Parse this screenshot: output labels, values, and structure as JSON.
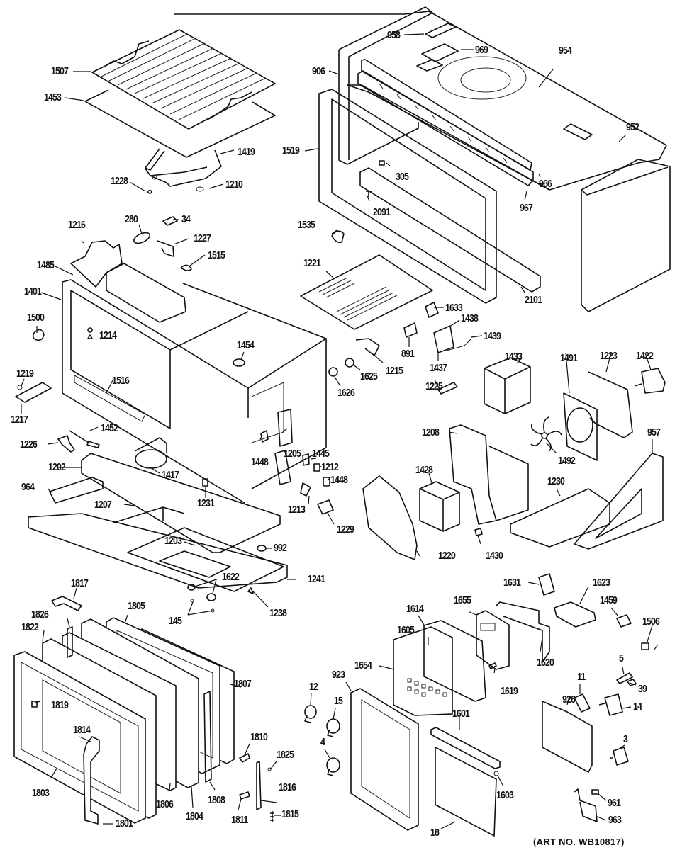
{
  "diagram": {
    "type": "exploded-parts-diagram",
    "subject": "Microwave / oven wall unit assembly",
    "art_number": "(ART NO. WB10817)",
    "labels": [
      {
        "id": "1507",
        "text": "1507"
      },
      {
        "id": "1453",
        "text": "1453"
      },
      {
        "id": "1419",
        "text": "1419"
      },
      {
        "id": "1228",
        "text": "1228"
      },
      {
        "id": "1210",
        "text": "1210"
      },
      {
        "id": "906",
        "text": "906"
      },
      {
        "id": "1519",
        "text": "1519"
      },
      {
        "id": "958",
        "text": "958"
      },
      {
        "id": "969",
        "text": "969"
      },
      {
        "id": "954",
        "text": "954"
      },
      {
        "id": "952",
        "text": "952"
      },
      {
        "id": "305",
        "text": "305"
      },
      {
        "id": "966",
        "text": "966"
      },
      {
        "id": "967",
        "text": "967"
      },
      {
        "id": "2091",
        "text": "2091"
      },
      {
        "id": "1535",
        "text": "1535"
      },
      {
        "id": "1216",
        "text": "1216"
      },
      {
        "id": "280",
        "text": "280"
      },
      {
        "id": "34",
        "text": "34"
      },
      {
        "id": "1227",
        "text": "1227"
      },
      {
        "id": "1515",
        "text": "1515"
      },
      {
        "id": "1485",
        "text": "1485"
      },
      {
        "id": "1401",
        "text": "1401"
      },
      {
        "id": "1500",
        "text": "1500"
      },
      {
        "id": "1214",
        "text": "1214"
      },
      {
        "id": "1221",
        "text": "1221"
      },
      {
        "id": "2101",
        "text": "2101"
      },
      {
        "id": "1633",
        "text": "1633"
      },
      {
        "id": "1438",
        "text": "1438"
      },
      {
        "id": "1439",
        "text": "1439"
      },
      {
        "id": "891",
        "text": "891"
      },
      {
        "id": "1437",
        "text": "1437"
      },
      {
        "id": "1454",
        "text": "1454"
      },
      {
        "id": "1215",
        "text": "1215"
      },
      {
        "id": "1625",
        "text": "1625"
      },
      {
        "id": "1626",
        "text": "1626"
      },
      {
        "id": "1433",
        "text": "1433"
      },
      {
        "id": "1491",
        "text": "1491"
      },
      {
        "id": "1223",
        "text": "1223"
      },
      {
        "id": "1422",
        "text": "1422"
      },
      {
        "id": "1219",
        "text": "1219"
      },
      {
        "id": "1516",
        "text": "1516"
      },
      {
        "id": "1217",
        "text": "1217"
      },
      {
        "id": "1452",
        "text": "1452"
      },
      {
        "id": "1226",
        "text": "1226"
      },
      {
        "id": "1225",
        "text": "1225"
      },
      {
        "id": "1208",
        "text": "1208"
      },
      {
        "id": "1492",
        "text": "1492"
      },
      {
        "id": "957",
        "text": "957"
      },
      {
        "id": "1205",
        "text": "1205"
      },
      {
        "id": "1445",
        "text": "1445"
      },
      {
        "id": "1212",
        "text": "1212"
      },
      {
        "id": "1448a",
        "text": "1448"
      },
      {
        "id": "1448b",
        "text": "1448"
      },
      {
        "id": "1202",
        "text": "1202"
      },
      {
        "id": "1417",
        "text": "1417"
      },
      {
        "id": "964",
        "text": "964"
      },
      {
        "id": "1231",
        "text": "1231"
      },
      {
        "id": "1213",
        "text": "1213"
      },
      {
        "id": "1229",
        "text": "1229"
      },
      {
        "id": "1428",
        "text": "1428"
      },
      {
        "id": "1230",
        "text": "1230"
      },
      {
        "id": "1207",
        "text": "1207"
      },
      {
        "id": "1220",
        "text": "1220"
      },
      {
        "id": "1430",
        "text": "1430"
      },
      {
        "id": "1203",
        "text": "1203"
      },
      {
        "id": "992",
        "text": "992"
      },
      {
        "id": "1241",
        "text": "1241"
      },
      {
        "id": "1817",
        "text": "1817"
      },
      {
        "id": "1622",
        "text": "1622"
      },
      {
        "id": "1238",
        "text": "1238"
      },
      {
        "id": "145",
        "text": "145"
      },
      {
        "id": "1631",
        "text": "1631"
      },
      {
        "id": "1623",
        "text": "1623"
      },
      {
        "id": "1459",
        "text": "1459"
      },
      {
        "id": "1826",
        "text": "1826"
      },
      {
        "id": "1805",
        "text": "1805"
      },
      {
        "id": "1822",
        "text": "1822"
      },
      {
        "id": "1614",
        "text": "1614"
      },
      {
        "id": "1655",
        "text": "1655"
      },
      {
        "id": "1506",
        "text": "1506"
      },
      {
        "id": "1605",
        "text": "1605"
      },
      {
        "id": "5",
        "text": "5"
      },
      {
        "id": "1654",
        "text": "1654"
      },
      {
        "id": "1620",
        "text": "1620"
      },
      {
        "id": "11",
        "text": "11"
      },
      {
        "id": "39",
        "text": "39"
      },
      {
        "id": "1807",
        "text": "1807"
      },
      {
        "id": "923",
        "text": "923"
      },
      {
        "id": "12",
        "text": "12"
      },
      {
        "id": "1619",
        "text": "1619"
      },
      {
        "id": "926",
        "text": "926"
      },
      {
        "id": "14",
        "text": "14"
      },
      {
        "id": "1819",
        "text": "1819"
      },
      {
        "id": "15",
        "text": "15"
      },
      {
        "id": "1601",
        "text": "1601"
      },
      {
        "id": "1814",
        "text": "1814"
      },
      {
        "id": "1810",
        "text": "1810"
      },
      {
        "id": "4",
        "text": "4"
      },
      {
        "id": "1825",
        "text": "1825"
      },
      {
        "id": "3",
        "text": "3"
      },
      {
        "id": "1803",
        "text": "1803"
      },
      {
        "id": "1806",
        "text": "1806"
      },
      {
        "id": "1808",
        "text": "1808"
      },
      {
        "id": "1816",
        "text": "1816"
      },
      {
        "id": "1603",
        "text": "1603"
      },
      {
        "id": "961",
        "text": "961"
      },
      {
        "id": "1804",
        "text": "1804"
      },
      {
        "id": "1811",
        "text": "1811"
      },
      {
        "id": "1815",
        "text": "1815"
      },
      {
        "id": "1801",
        "text": "1801"
      },
      {
        "id": "18",
        "text": "18"
      },
      {
        "id": "963",
        "text": "963"
      }
    ]
  }
}
